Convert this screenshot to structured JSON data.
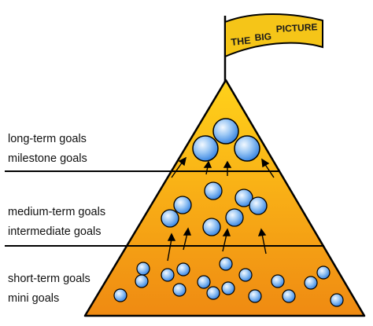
{
  "flag": {
    "word1": "THE",
    "word2": "BIG",
    "word3": "PICTURE",
    "color": "#f5c518"
  },
  "tiers": [
    {
      "id": "top",
      "lines": [
        "long-term goals",
        "milestone goals"
      ]
    },
    {
      "id": "middle",
      "lines": [
        "medium-term goals",
        "intermediate goals"
      ]
    },
    {
      "id": "bottom",
      "lines": [
        "short-term goals",
        "mini goals"
      ]
    }
  ],
  "colors": {
    "pyramid_top": "#ffd21a",
    "pyramid_bottom": "#f08c12",
    "outline": "#000000",
    "bubble_light": "#eaf4ff",
    "bubble_dark": "#2f7fe0"
  },
  "icons": {
    "flag": "flag-icon",
    "goal": "goal-bubble-icon",
    "progress": "arrow-up-icon"
  }
}
